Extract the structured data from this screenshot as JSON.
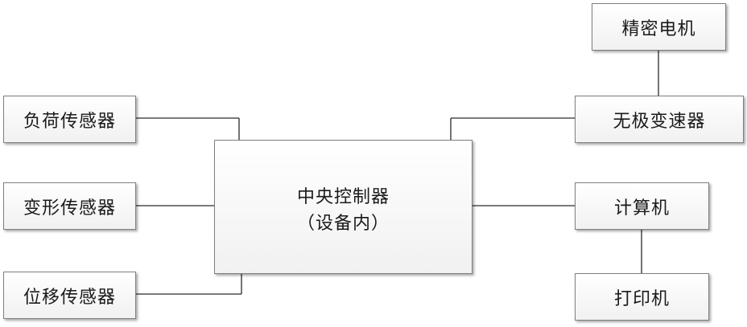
{
  "nodes": {
    "load_sensor": "负荷传感器",
    "deform_sensor": "变形传感器",
    "disp_sensor": "位移传感器",
    "controller_line1": "中央控制器",
    "controller_line2": "（设备内）",
    "precision_motor": "精密电机",
    "cvt": "无极变速器",
    "computer": "计算机",
    "printer": "打印机"
  }
}
